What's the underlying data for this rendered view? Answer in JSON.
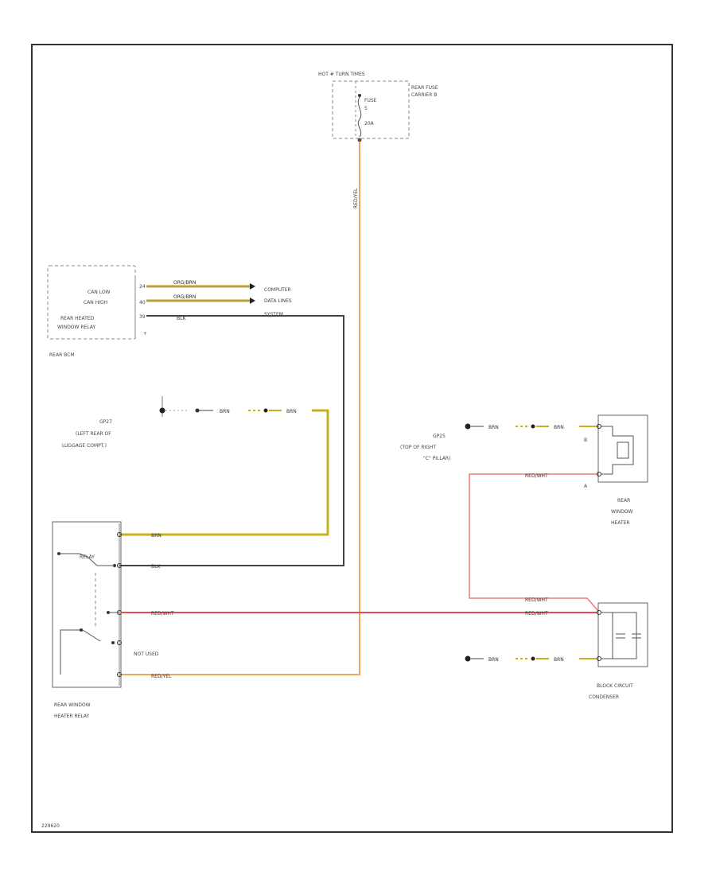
{
  "colors": {
    "frame": "#333333",
    "wire_red_yel": "#f2a65a",
    "wire_org_brn": "#b8a03a",
    "wire_brn": "#c9b020",
    "wire_blk": "#444444",
    "wire_red_wht": "#f07b7b",
    "wire_red": "#e84b55",
    "box_dash": "#888888"
  },
  "fuse_box": {
    "title": "HOT # TURN TIMES",
    "label_line1": "REAR FUSE",
    "label_line2": "CARRIER B",
    "fuse_name": "FUSE",
    "fuse_num": "5",
    "fuse_amp": "20A"
  },
  "rear_box": {
    "pin1": "CAN LOW",
    "pin2": "CAN HIGH",
    "pin3_line1": "REAR HEATED",
    "pin3_line2": "WINDOW RELAY",
    "name": "REAR BCM",
    "pin1_num": "24",
    "pin2_num": "40",
    "pin3_num": "39",
    "plus": "+"
  },
  "computer": {
    "line1": "COMPUTER",
    "line2": "DATA LINES",
    "line3": "SYSTEM"
  },
  "ground_left": {
    "line1": "GP27",
    "line2": "(LEFT REAR OF",
    "line3": "LUGGAGE COMPT.)"
  },
  "ground_right": {
    "line1": "GP25",
    "line2": "(TOP OF RIGHT",
    "line3": "\"C\" PILLAR)"
  },
  "rear_window_heater": {
    "line1": "REAR",
    "line2": "WINDOW",
    "line3": "HEATER",
    "pin_a": "B",
    "pin_b": "A"
  },
  "relay": {
    "line1": "REAR WINDOW",
    "line2": "HEATER RELAY",
    "not_used": "NOT USED",
    "coil": "RELAY"
  },
  "condenser": {
    "line1": "BLOCK CIRCUIT",
    "line2": "CONDENSER"
  },
  "wires": {
    "red_yel": "RED/YEL",
    "org_brn": "ORG/BRN",
    "blk": "BLK",
    "brn": "BRN",
    "red_wht": "RED/WHT"
  },
  "footer_code": "229620"
}
